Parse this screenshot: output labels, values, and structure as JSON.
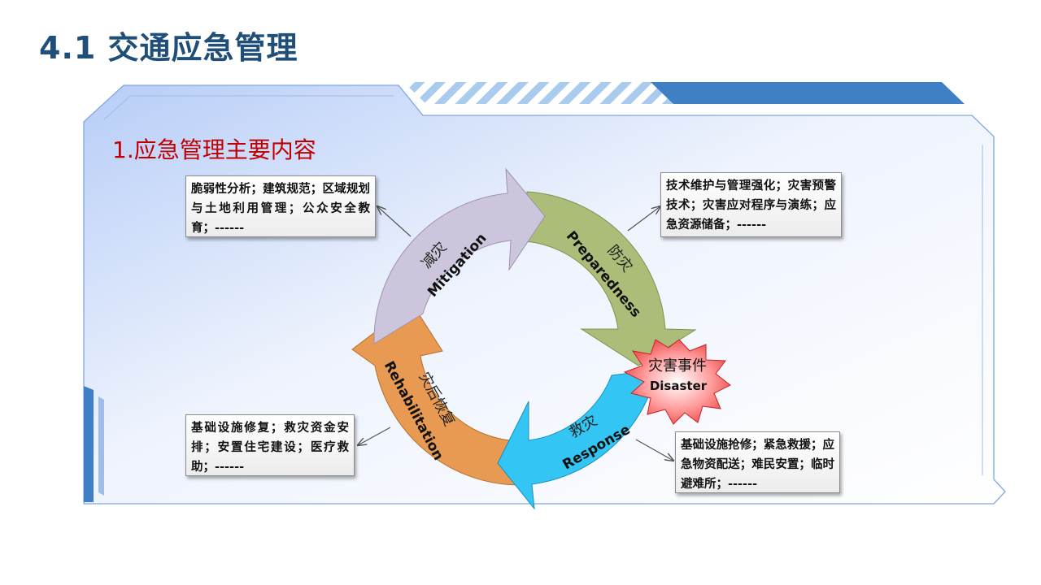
{
  "slide": {
    "title": "4.1 交通应急管理",
    "section_title": "1.应急管理主要内容"
  },
  "cycle": {
    "mitigation": {
      "cn": "减灾",
      "en": "Mitigation",
      "color": "#cdc5dc"
    },
    "preparedness": {
      "cn": "防灾",
      "en": "Preparedness",
      "color": "#abbd78"
    },
    "response": {
      "cn": "救灾",
      "en": "Response",
      "color": "#33c5f3"
    },
    "rehabilitation": {
      "cn": "灾后恢复",
      "en": "Rehabilitation",
      "color": "#e99a52"
    },
    "disaster": {
      "cn": "灾害事件",
      "en": "Disaster"
    }
  },
  "notes": {
    "mitigation": "脆弱性分析；建筑规范；区域规划与土地利用管理；公众安全教育；------",
    "preparedness": "技术维护与管理强化；灾害预警技术；灾害应对程序与演练；应急资源储备；------",
    "response": "基础设施抢修；紧急救援；应急物资配送；难民安置；临时避难所；------",
    "rehabilitation": "基础设施修复；救灾资金安排；安置住宅建设；医疗救助；------"
  },
  "colors": {
    "title": "#1f4e79",
    "section_title": "#c00000",
    "frame_stroke": "#7fa7e0",
    "accent_bar": "#3f7fc6"
  }
}
